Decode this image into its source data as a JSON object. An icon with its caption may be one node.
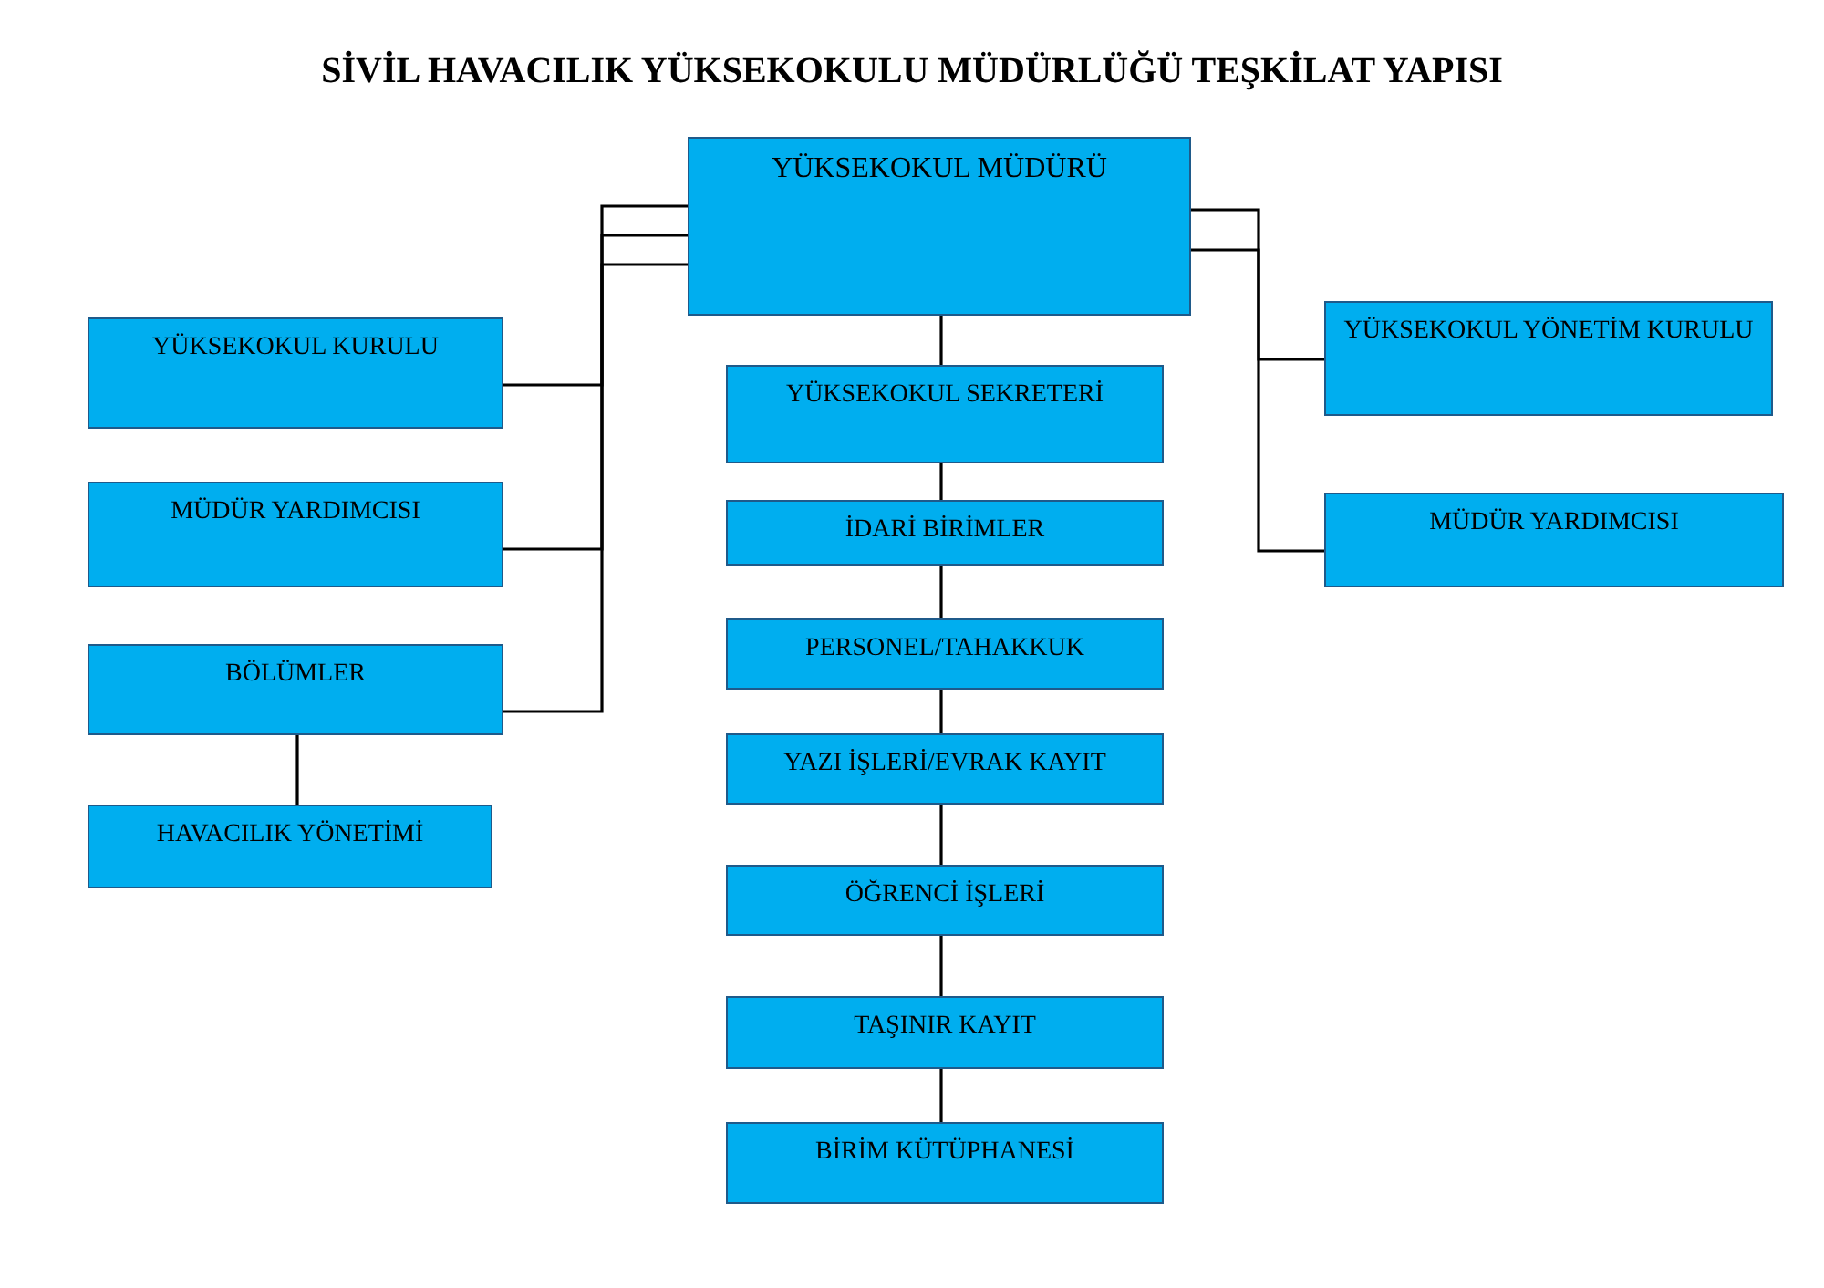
{
  "diagram": {
    "title": "SİVİL HAVACILIK YÜKSEKOKULU MÜDÜRLÜĞÜ TEŞKİLAT YAPISI",
    "nodes": [
      {
        "text": [
          "YÜKSEKOKUL MÜDÜRÜ"
        ]
      },
      {
        "text": [
          "YÜKSEKOKUL KURULU"
        ]
      },
      {
        "text": [
          "MÜDÜR YARDIMCISI"
        ]
      },
      {
        "text": [
          "BÖLÜMLER"
        ]
      },
      {
        "text": [
          "HAVACILIK YÖNETİMİ"
        ]
      },
      {
        "text": [
          "YÜKSEKOKUL SEKRETERİ"
        ]
      },
      {
        "text": [
          "İDARİ BİRİMLER"
        ]
      },
      {
        "text": [
          "PERSONEL/TAHAKKUK"
        ]
      },
      {
        "text": [
          "YAZI İŞLERİ/EVRAK KAYIT"
        ]
      },
      {
        "text": [
          "ÖĞRENCİ İŞLERİ"
        ]
      },
      {
        "text": [
          "TAŞINIR KAYIT"
        ]
      },
      {
        "text": [
          "BİRİM KÜTÜPHANESİ"
        ]
      },
      {
        "text": [
          "YÜKSEKOKUL YÖNETİM KURULU"
        ]
      },
      {
        "text": [
          "MÜDÜR YARDIMCISI"
        ]
      }
    ],
    "edges": [
      {
        "from": 0,
        "to": 1,
        "arrow": "none"
      },
      {
        "from": 0,
        "to": 2,
        "arrow": "none"
      },
      {
        "from": 0,
        "to": 3,
        "arrow": "none"
      },
      {
        "from": 3,
        "to": 4,
        "arrow": "none"
      },
      {
        "from": 0,
        "to": 5,
        "arrow": "none"
      },
      {
        "from": 5,
        "to": 6,
        "arrow": "none"
      },
      {
        "from": 6,
        "to": 7,
        "arrow": "none"
      },
      {
        "from": 7,
        "to": 8,
        "arrow": "none"
      },
      {
        "from": 8,
        "to": 9,
        "arrow": "none"
      },
      {
        "from": 9,
        "to": 10,
        "arrow": "none"
      },
      {
        "from": 10,
        "to": 11,
        "arrow": "none"
      },
      {
        "from": 0,
        "to": 12,
        "arrow": "none"
      },
      {
        "from": 0,
        "to": 13,
        "arrow": "none"
      }
    ]
  }
}
